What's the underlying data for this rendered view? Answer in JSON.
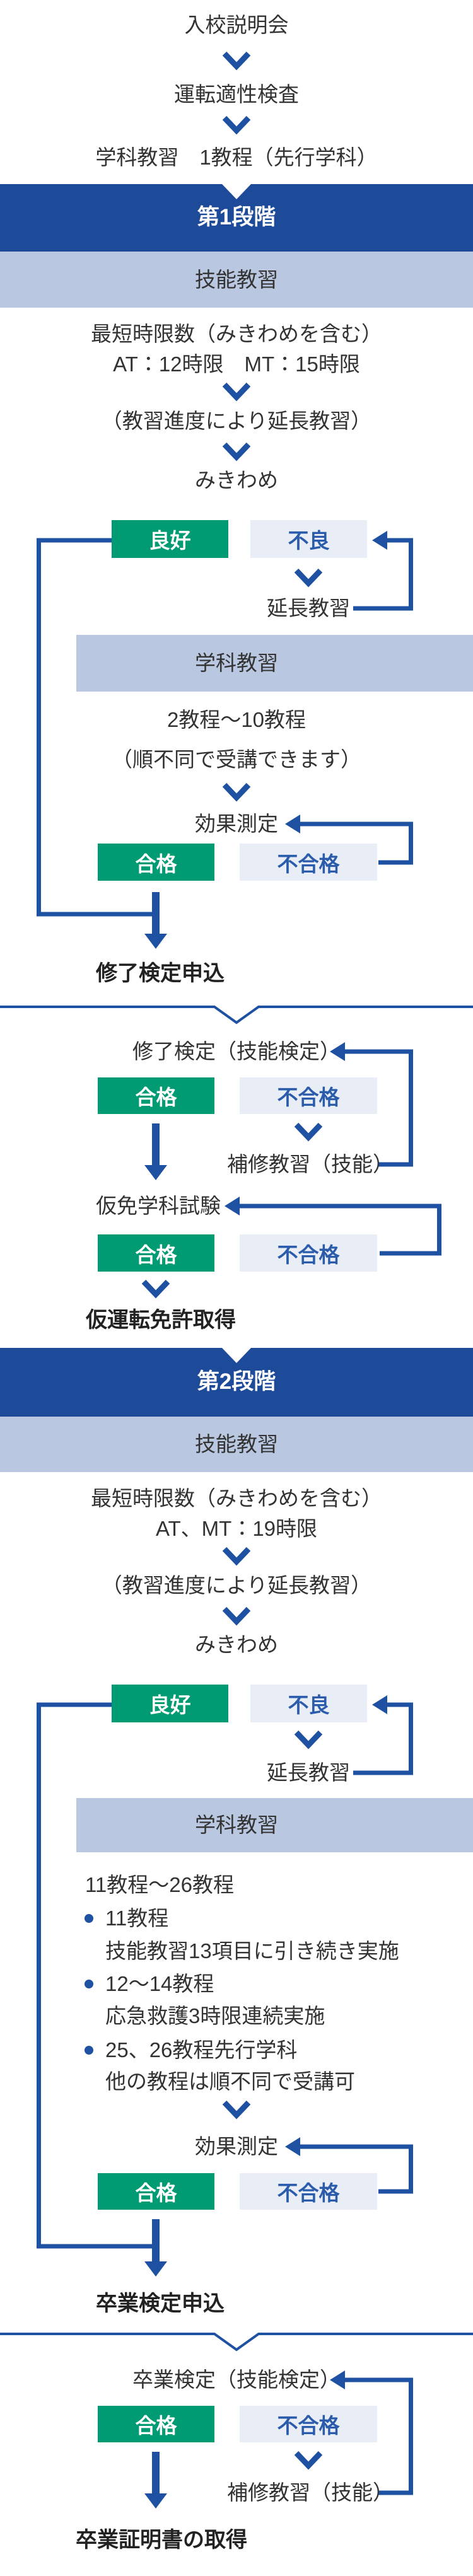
{
  "colors": {
    "accent": "#1e51a2",
    "dark_banner": "#1d4a99",
    "light_banner": "#b9c7e0",
    "pass_green": "#009b72",
    "fail_bg": "#e9edf6",
    "fail_text": "#2b5cab",
    "text": "#333333"
  },
  "intro": {
    "step1": "入校説明会",
    "step2": "運転適性検査",
    "step3": "学科教習　1教程（先行学科）"
  },
  "stage1": {
    "title": "第1段階",
    "skill_banner": "技能教習",
    "hours_line1": "最短時限数（みきわめを含む）",
    "hours_line2": "AT：12時限　MT：15時限",
    "extension_note": "（教習進度により延長教習）",
    "assessment": "みきわめ",
    "good_label": "良好",
    "bad_label": "不良",
    "extension_label": "延長教習",
    "academic_banner": "学科教習",
    "courses_line1": "2教程〜10教程",
    "courses_line2": "（順不同で受講できます）",
    "test_label": "効果測定",
    "pass_label": "合格",
    "fail_label": "不合格",
    "milestone": "修了検定申込"
  },
  "interim": {
    "exam_title": "修了検定（技能検定）",
    "exam_pass": "合格",
    "exam_fail": "不合格",
    "remedial": "補修教習（技能）",
    "written_exam": "仮免学科試験",
    "written_pass": "合格",
    "written_fail": "不合格",
    "milestone": "仮運転免許取得"
  },
  "stage2": {
    "title": "第2段階",
    "skill_banner": "技能教習",
    "hours_line1": "最短時限数（みきわめを含む）",
    "hours_line2": "AT、MT：19時限",
    "extension_note": "（教習進度により延長教習）",
    "assessment": "みきわめ",
    "good_label": "良好",
    "bad_label": "不良",
    "extension_label": "延長教習",
    "academic_banner": "学科教習",
    "courses_title": "11教程〜26教程",
    "bullets": [
      {
        "title": "11教程",
        "desc": "技能教習13項目に引き続き実施"
      },
      {
        "title": "12〜14教程",
        "desc": "応急救護3時限連続実施"
      },
      {
        "title": "25、26教程先行学科",
        "desc": "他の教程は順不同で受講可"
      }
    ],
    "test_label": "効果測定",
    "pass_label": "合格",
    "fail_label": "不合格",
    "milestone": "卒業検定申込"
  },
  "final": {
    "exam_title": "卒業検定（技能検定）",
    "exam_pass": "合格",
    "exam_fail": "不合格",
    "remedial": "補修教習（技能）",
    "milestone": "卒業証明書の取得"
  }
}
